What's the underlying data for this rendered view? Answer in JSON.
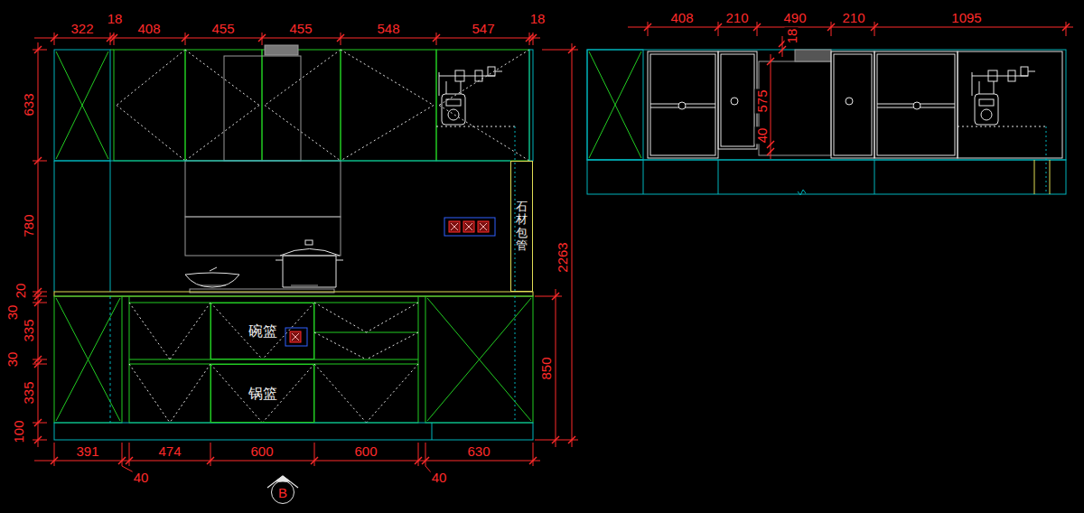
{
  "diagram": {
    "nodes": [
      {
        "text": [
          "石材包管"
        ]
      },
      {
        "text": [
          "碗篮"
        ]
      },
      {
        "text": [
          "锅篮"
        ]
      },
      {
        "text": [
          "B"
        ]
      }
    ],
    "labels": [
      "322",
      "18",
      "408",
      "455",
      "455",
      "548",
      "547",
      "18",
      "633",
      "780",
      "20",
      "30",
      "335",
      "30",
      "335",
      "100",
      "2263",
      "850",
      "391",
      "474",
      "600",
      "600",
      "630",
      "40",
      "40",
      "408",
      "210",
      "490",
      "210",
      "1095",
      "18",
      "575",
      "40"
    ]
  }
}
